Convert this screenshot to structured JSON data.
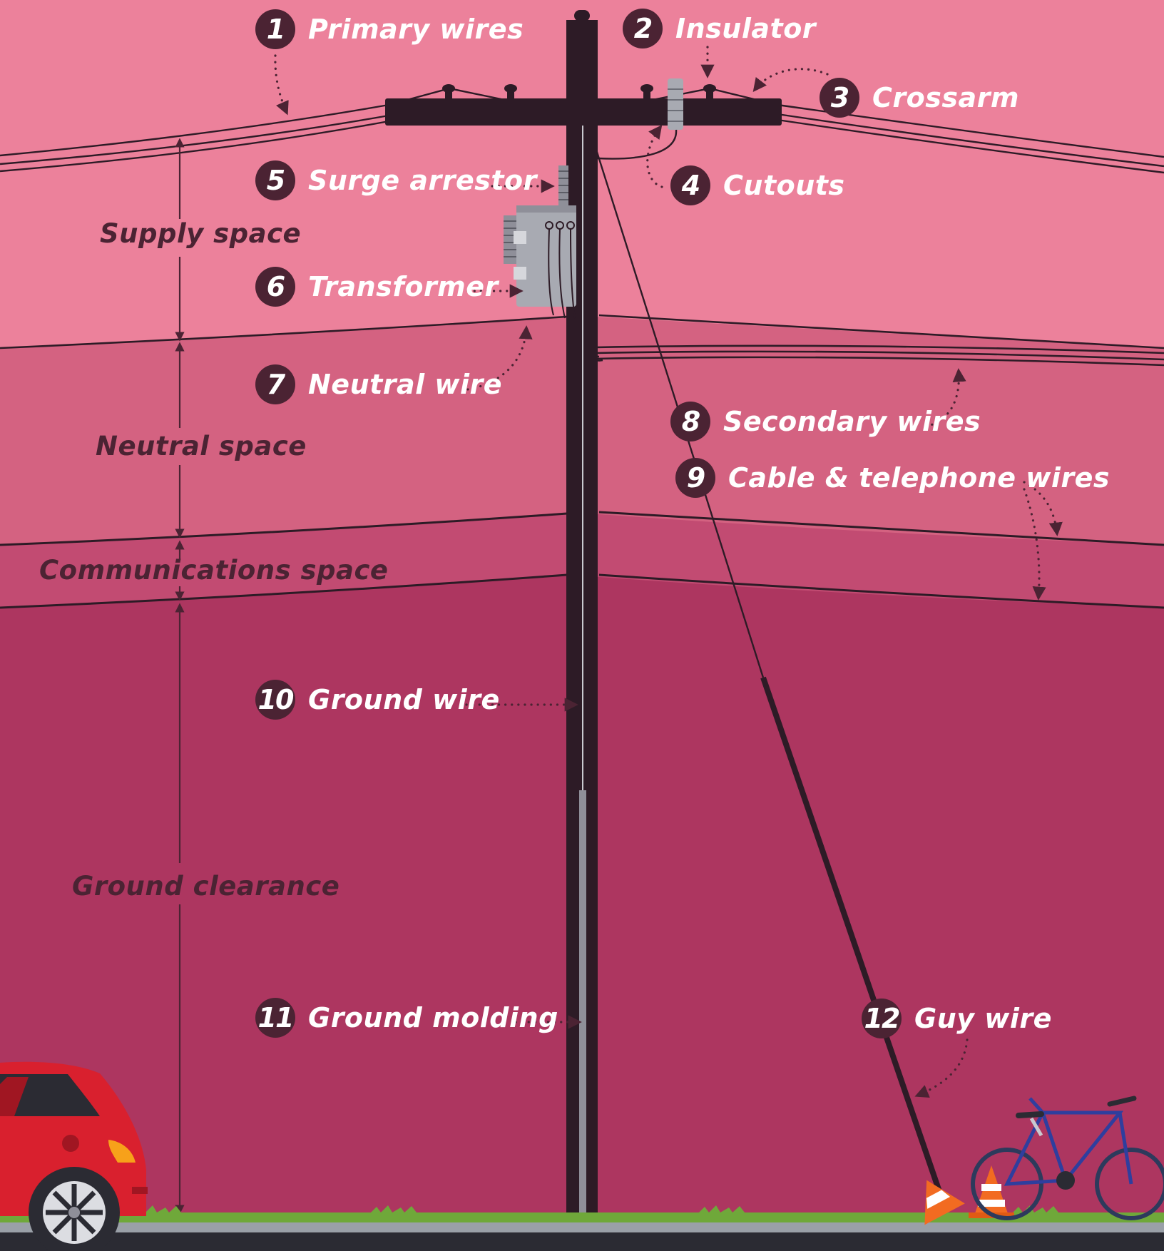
{
  "colors": {
    "supply_bg": "#ec819b",
    "neutral_bg": "#d46281",
    "comm_bg": "#c24b72",
    "ground_bg": "#ad3660",
    "ink": "#4b2333",
    "pole": "#2d1b26",
    "label": "#ffffff",
    "car": "#d9202e",
    "bike": "#2f3e9e",
    "cone": "#f26b21",
    "grass": "#6fa83a",
    "road": "#9aa0a8"
  },
  "callouts": [
    {
      "number": "1",
      "label": "Primary wires"
    },
    {
      "number": "2",
      "label": "Insulator"
    },
    {
      "number": "3",
      "label": "Crossarm"
    },
    {
      "number": "4",
      "label": "Cutouts"
    },
    {
      "number": "5",
      "label": "Surge arrestor"
    },
    {
      "number": "6",
      "label": "Transformer"
    },
    {
      "number": "7",
      "label": "Neutral wire"
    },
    {
      "number": "8",
      "label": "Secondary wires"
    },
    {
      "number": "9",
      "label": "Cable & telephone wires"
    },
    {
      "number": "10",
      "label": "Ground wire"
    },
    {
      "number": "11",
      "label": "Ground molding"
    },
    {
      "number": "12",
      "label": "Guy wire"
    }
  ],
  "zones": {
    "supply": "Supply space",
    "neutral": "Neutral space",
    "communications": "Communications space",
    "ground": "Ground clearance"
  },
  "icons": [
    "utility-pole-icon",
    "transformer-icon",
    "car-icon",
    "bicycle-icon",
    "traffic-cone-icon"
  ]
}
